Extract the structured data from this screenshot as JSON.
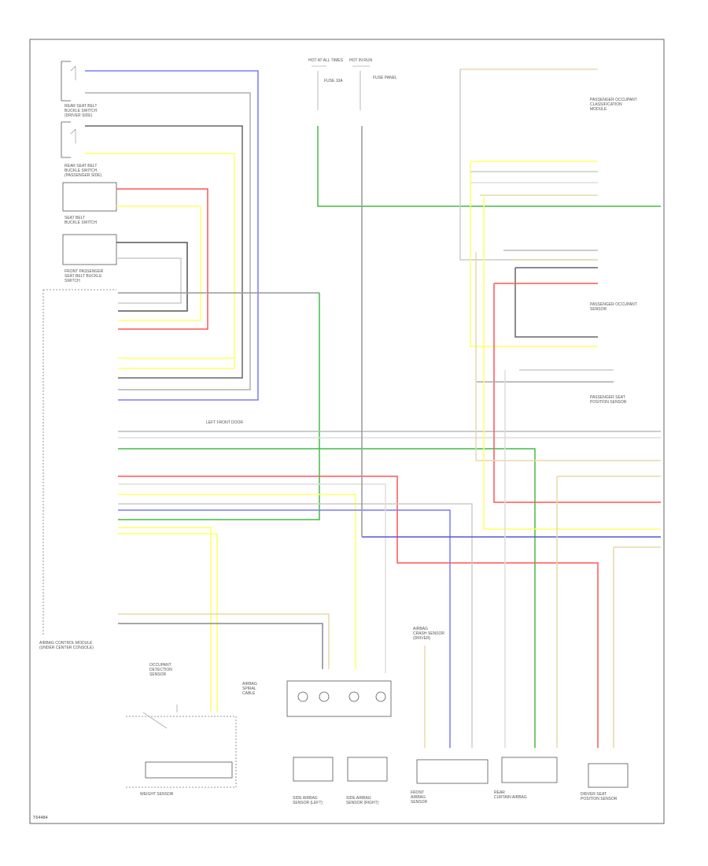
{
  "diagram": {
    "footer_code": "T64484",
    "components": {
      "rear_seat_belt_1": [
        "REAR SEAT BELT",
        "BUCKLE SWITCH",
        "(DRIVER SIDE)"
      ],
      "rear_seat_belt_2": [
        "REAR SEAT BELT",
        "BUCKLE SWITCH",
        "(PASSENGER SIDE)"
      ],
      "seat_belt_buckle": [
        "SEAT BELT",
        "BUCKLE SWITCH"
      ],
      "front_pass_seatbelt": [
        "FRONT PASSENGER",
        "SEAT BELT BUCKLE",
        "SWITCH"
      ],
      "airbag_module": [
        "AIRBAG CONTROL MODULE",
        "(UNDER CENTER CONSOLE)"
      ],
      "occupant_detection": [
        "OCCUPANT",
        "DETECTION",
        "SENSOR"
      ],
      "spiral_cable": [
        "AIRBAG",
        "SPIRAL",
        "CABLE"
      ],
      "weight_sensor": [
        "WEIGHT SENSOR"
      ],
      "left_sensor": [
        "SIDE AIRBAG",
        "SENSOR (LEFT)"
      ],
      "right_sensor": [
        "SIDE AIRBAG",
        "SENSOR (RIGHT)"
      ],
      "driver_airbag": [
        "AIRBAG",
        "CRASH SENSOR",
        "(DRIVER)"
      ],
      "curtain_left": [
        "REAR",
        "CURTAIN AIRBAG"
      ],
      "front_airbag": [
        "FRONT",
        "AIRBAG",
        "SENSOR"
      ],
      "passenger_airbag": [
        "DRIVER SEAT",
        "POSITION SENSOR"
      ],
      "pass_occupant_1": [
        "PASSENGER OCCUPANT",
        "CLASSIFICATION",
        "MODULE"
      ],
      "pass_occupant_2": [
        "PASSENGER OCCUPANT",
        "SENSOR"
      ],
      "pass_occupant_3": [
        "PASSENGER SEAT",
        "POSITION SENSOR"
      ],
      "left_front_door": [
        "LEFT FRONT DOOR"
      ],
      "hot_at_all_times": [
        "HOT AT ALL TIMES"
      ],
      "hot_in_run": [
        "HOT IN RUN"
      ],
      "fuse_panel": [
        "FUSE 10A",
        "FUSE PANEL"
      ]
    }
  }
}
